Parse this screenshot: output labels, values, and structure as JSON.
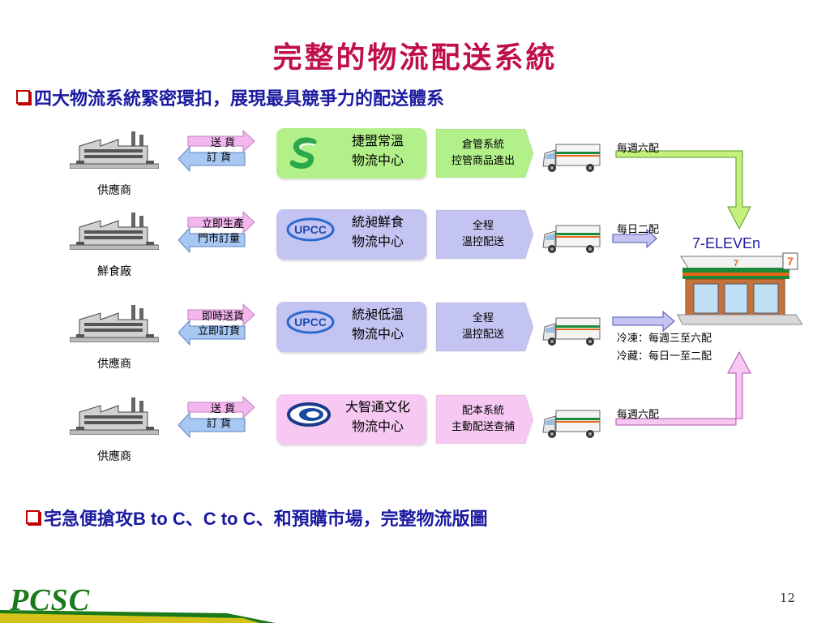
{
  "title": "完整的物流配送系統",
  "bullet1": "四大物流系統緊密環扣，展現最具競爭力的配送體系",
  "bullet2": {
    "pre": "宅急便搶攻",
    "b2c": "B to C",
    "sep1": "、",
    "c2c": "C to C",
    "post": "、和預購市場，完整物流版圖"
  },
  "rows": [
    {
      "source": "供應商",
      "arrow_line1": "送 貨",
      "arrow_line2": "訂 貨",
      "center_line1": "捷盟常溫",
      "center_line2": "物流中心",
      "center_logo": "s-logo-icon",
      "system_line1": "倉管系統",
      "system_line2": "控管商品進出",
      "frequency": "每週六配"
    },
    {
      "source": "鮮食廠",
      "arrow_line1": "立即生產",
      "arrow_line2": "門市訂量",
      "center_line1": "統昶鮮食",
      "center_line2": "物流中心",
      "center_logo": "upcc-logo-icon",
      "system_line1": "全程",
      "system_line2": "溫控配送",
      "frequency": "每日二配"
    },
    {
      "source": "供應商",
      "arrow_line1": "即時送貨",
      "arrow_line2": "立即訂貨",
      "center_line1": "統昶低溫",
      "center_line2": "物流中心",
      "center_logo": "upcc-logo-icon",
      "system_line1": "全程",
      "system_line2": "溫控配送",
      "frequency": "冷凍：每週三至六配",
      "frequency2": "冷藏：每日一至二配"
    },
    {
      "source": "供應商",
      "arrow_line1": "送 貨",
      "arrow_line2": "訂 貨",
      "center_line1": "大智通文化",
      "center_line2": "物流中心",
      "center_logo": "ring-logo-icon",
      "system_line1": "配本系統",
      "system_line2": "主動配送查捕",
      "frequency": "每週六配"
    }
  ],
  "store": {
    "label": "7-ELEVEn",
    "icon": "store-icon"
  },
  "page_number": "12",
  "footer_logo": "PCSC",
  "colors": {
    "title": "#c0104a",
    "bullet_text": "#1a1aa0",
    "bullet_box": "#c00000",
    "green_box": "#b2f08a",
    "purple_box": "#c4c4f2",
    "pink_box": "#f6c8f2",
    "pink_arrow": "#f4b6ee",
    "blue_arrow": "#a8c8f4",
    "green_connector": "#c6f07c"
  }
}
